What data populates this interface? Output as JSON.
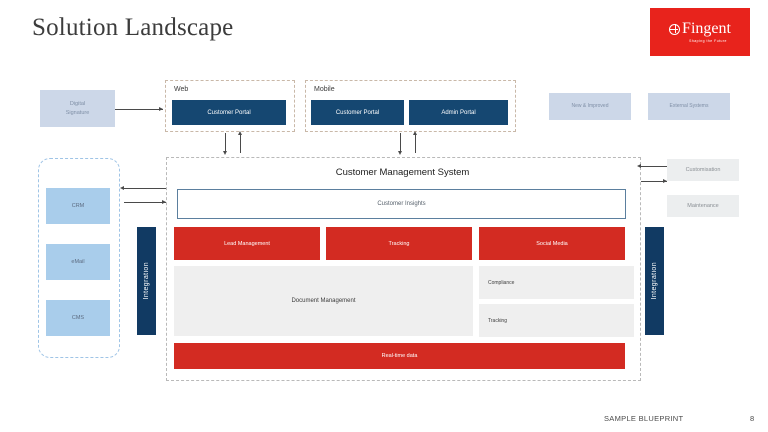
{
  "header": {
    "title": "Solution Landscape",
    "logo": {
      "word": "Fingent",
      "tagline": "Shaping the Future",
      "icon": "globe-icon",
      "background": "#e8231c"
    }
  },
  "left_legacy": {
    "label": "Digital\nSignature"
  },
  "channels": {
    "web": {
      "group_label": "Web",
      "items": [
        {
          "label": "Customer Portal"
        }
      ]
    },
    "mobile": {
      "group_label": "Mobile",
      "items": [
        {
          "label": "Customer Portal"
        },
        {
          "label": "Admin Portal"
        }
      ]
    }
  },
  "top_right_boxes": [
    {
      "label": "New & Improved"
    },
    {
      "label": "External Systems"
    }
  ],
  "left_systems": [
    {
      "label": "CRM"
    },
    {
      "label": "eMail"
    },
    {
      "label": "CMS"
    }
  ],
  "right_services": [
    {
      "label": "Customisation"
    },
    {
      "label": "Maintenance"
    }
  ],
  "integration": {
    "left_label": "Integration",
    "right_label": "Integration"
  },
  "cms": {
    "title": "Customer Management System",
    "insights": {
      "label": "Customer Insights"
    },
    "red_row": [
      {
        "label": "Lead Management"
      },
      {
        "label": "Tracking"
      },
      {
        "label": "Social Media"
      }
    ],
    "document_panel": {
      "label": "Document Management"
    },
    "side_panels": [
      {
        "label": "Compliance"
      },
      {
        "label": "Tracking"
      }
    ],
    "bottom_bar": {
      "label": "Real-time data"
    }
  },
  "footer": {
    "label": "SAMPLE BLUEPRINT",
    "page": "8"
  },
  "colors": {
    "brand_red": "#e8231c",
    "accent_red": "#d32b22",
    "navy": "#154771",
    "integration_navy": "#113a63",
    "pale_blue": "#ccd7e8",
    "light_blue": "#a9cdeb",
    "panel_grey": "#efefef"
  }
}
